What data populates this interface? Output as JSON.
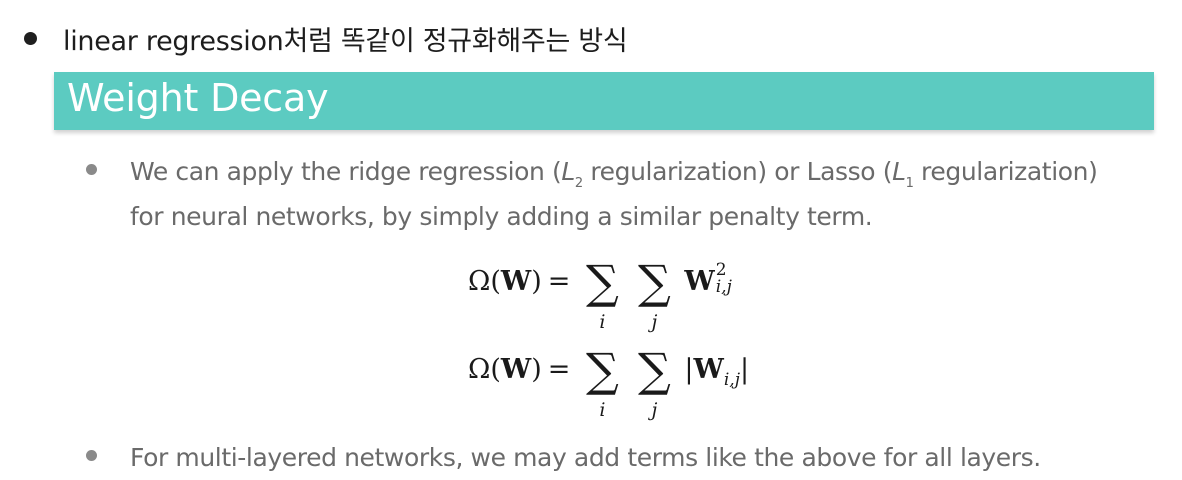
{
  "note": {
    "text": "linear regression처럼 똑같이 정규화해주는 방식"
  },
  "slide": {
    "title": "Weight Decay",
    "bullet1": {
      "part1": "We can apply the ridge regression (",
      "l2_letter": "L",
      "l2_sub": "2",
      "part2": " regularization) or Lasso (",
      "l1_letter": "L",
      "l1_sub": "1",
      "part3": " regularization)",
      "line2": "for neural networks, by simply adding a similar penalty term."
    },
    "formula1": {
      "lhs_omega": "Ω(",
      "lhs_w": "W",
      "lhs_close": ")",
      "eq": "=",
      "sum_symbol": "∑",
      "sum_index_1": "i",
      "sum_index_2": "j",
      "term_w": "W",
      "term_sup": "2",
      "term_sub": "i,j"
    },
    "formula2": {
      "lhs_omega": "Ω(",
      "lhs_w": "W",
      "lhs_close": ")",
      "eq": "=",
      "sum_symbol": "∑",
      "sum_index_1": "i",
      "sum_index_2": "j",
      "term_open": "|",
      "term_w": "W",
      "term_sub": "i,j",
      "term_close": "|"
    },
    "bullet2": "For multi-layered networks, we may add terms like the above for all layers."
  },
  "colors": {
    "title_bar": "#5ccbc1",
    "title_text": "#ffffff",
    "slide_text": "#6a6a6a",
    "note_text": "#1d1d1d"
  }
}
